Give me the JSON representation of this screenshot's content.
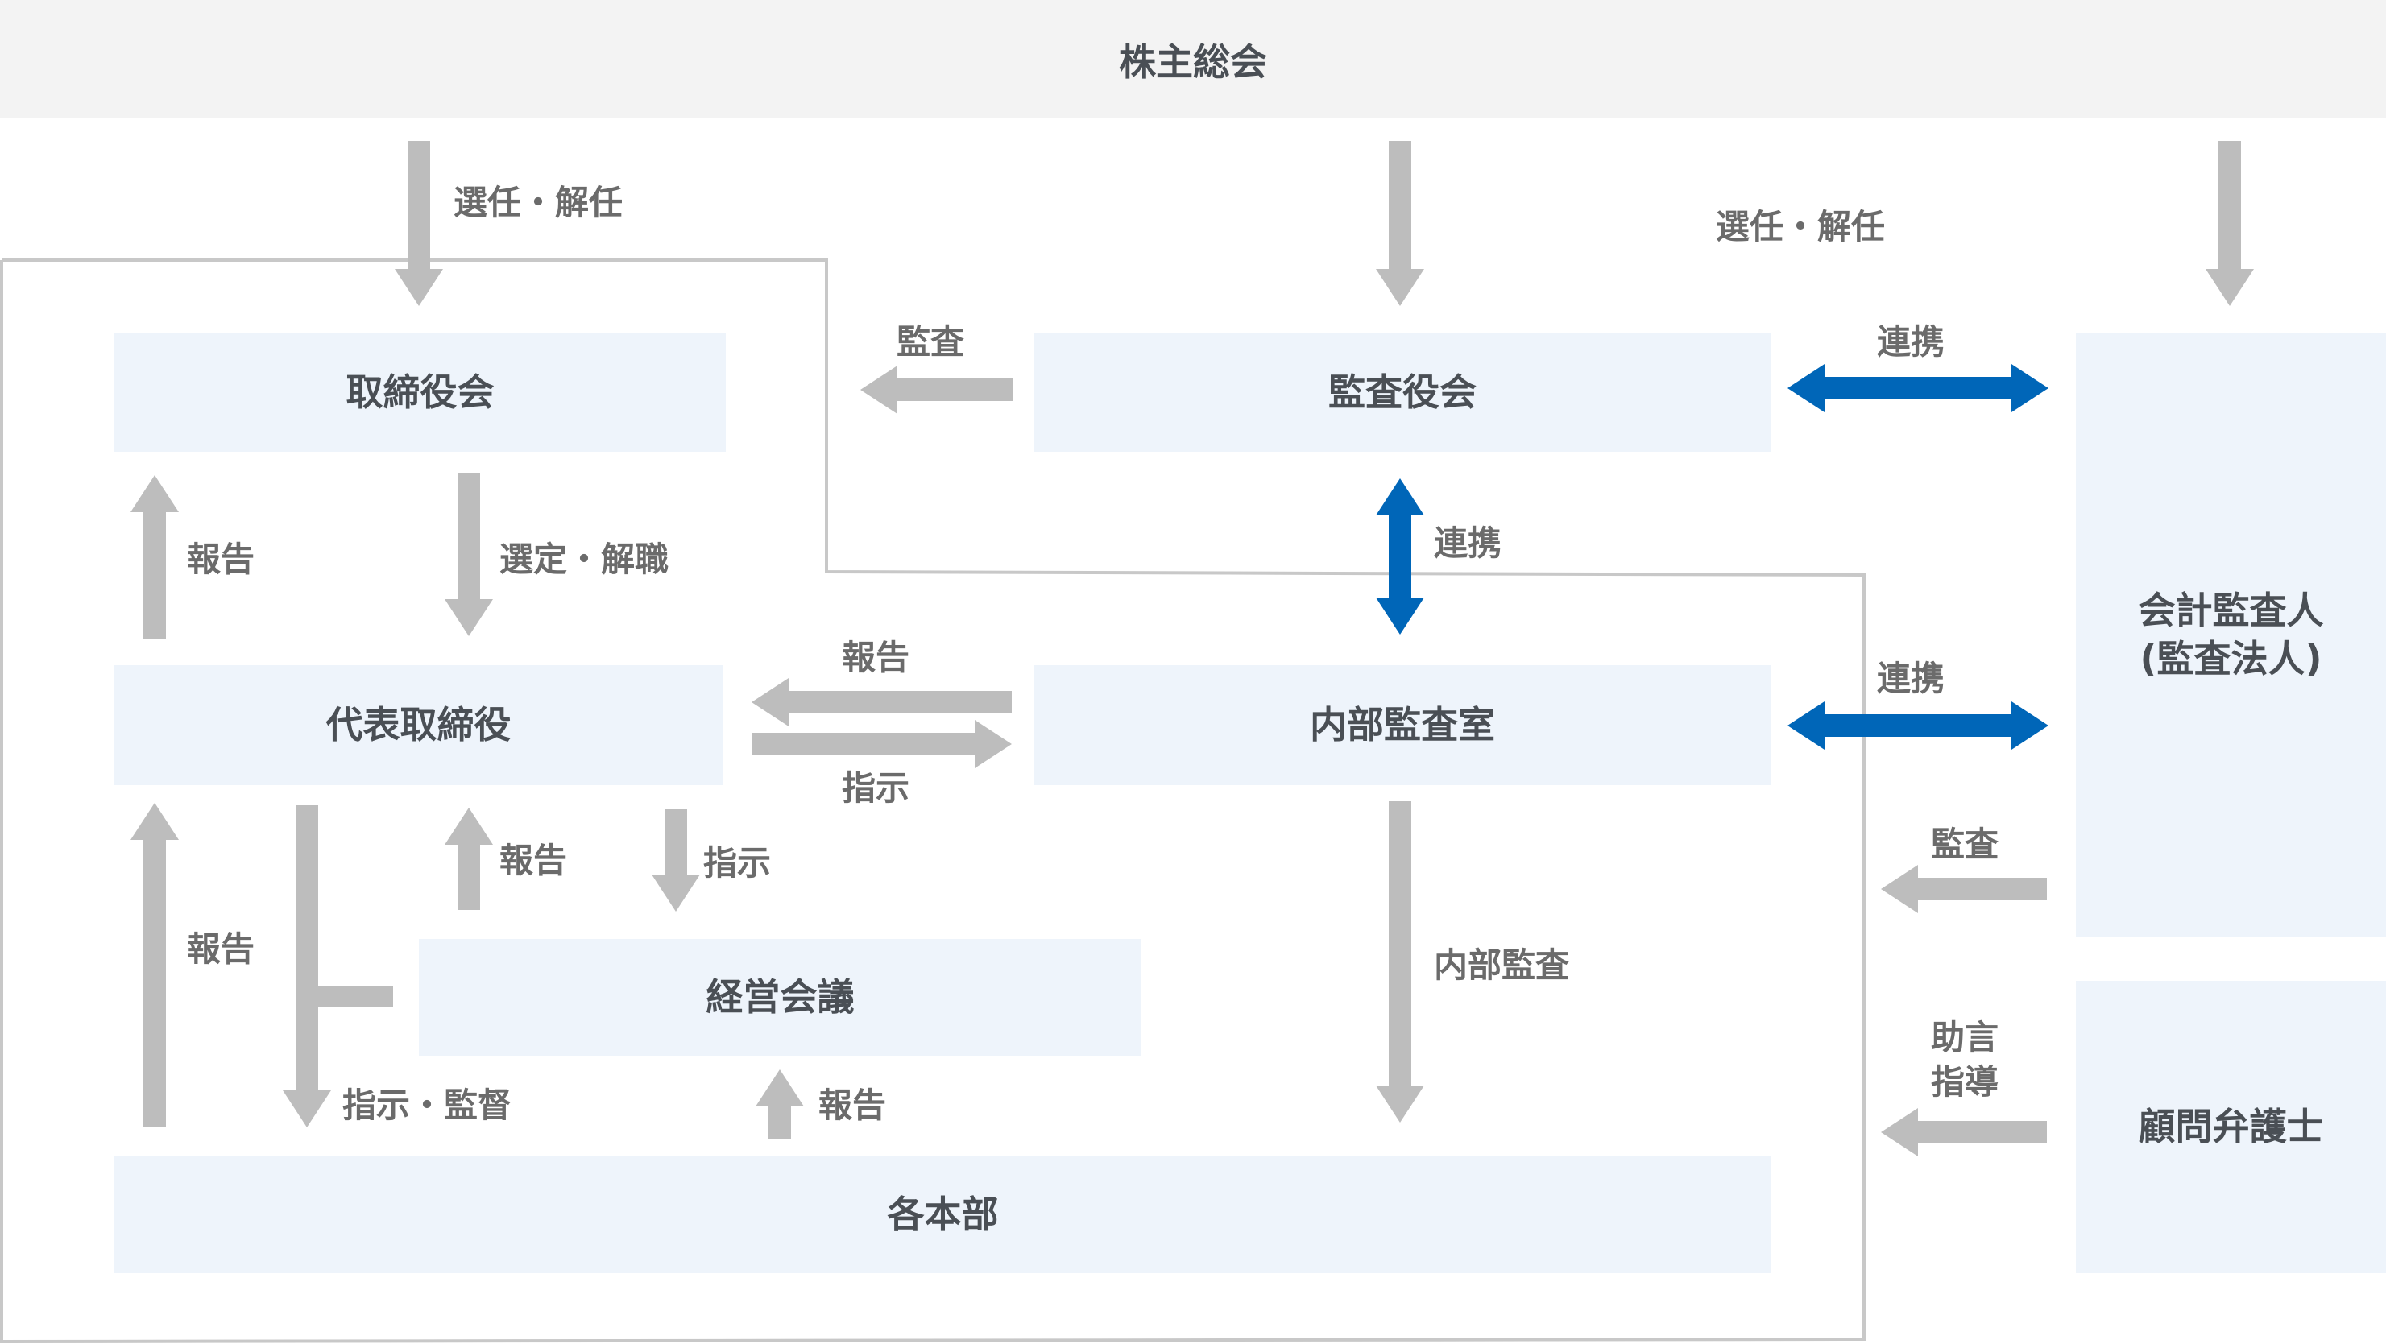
{
  "diagram": {
    "title": "コーポレート・ガバナンス体制図",
    "header": "株主総会",
    "colors": {
      "box_fill": "#eef4fb",
      "header_fill": "#f3f3f3",
      "gray_arrow": "#bdbdbd",
      "blue_arrow": "#0066b8",
      "frame_line": "#c8c8c8",
      "text": "#4a4f55",
      "label_text": "#6b6b6b"
    },
    "nodes": {
      "board": "取締役会",
      "audit_board": "監査役会",
      "accounting_auditor": "会計監査人\n(監査法人)",
      "legal_counsel": "顧問弁護士",
      "president": "代表取締役",
      "internal_audit": "内部監査室",
      "management_meeting": "経営会議",
      "divisions": "各本部"
    },
    "labels": {
      "elect_dismiss_left": "選任・解任",
      "elect_dismiss_right": "選任・解任",
      "audit_to_board": "監査",
      "coop_audit_accounting": "連携",
      "coop_audit_internal": "連携",
      "coop_internal_accounting": "連携",
      "report_president_to_board": "報告",
      "select_dismiss": "選定・解職",
      "report_internal_to_president": "報告",
      "instruct_president_to_internal": "指示",
      "report_meeting_to_president": "報告",
      "instruct_president_to_meeting": "指示",
      "report_divisions_to_president": "報告",
      "instruct_supervise": "指示・監督",
      "report_divisions_to_meeting": "報告",
      "internal_audit_label": "内部監査",
      "accounting_audit": "監査",
      "advice_guidance": "助言\n指導"
    }
  }
}
